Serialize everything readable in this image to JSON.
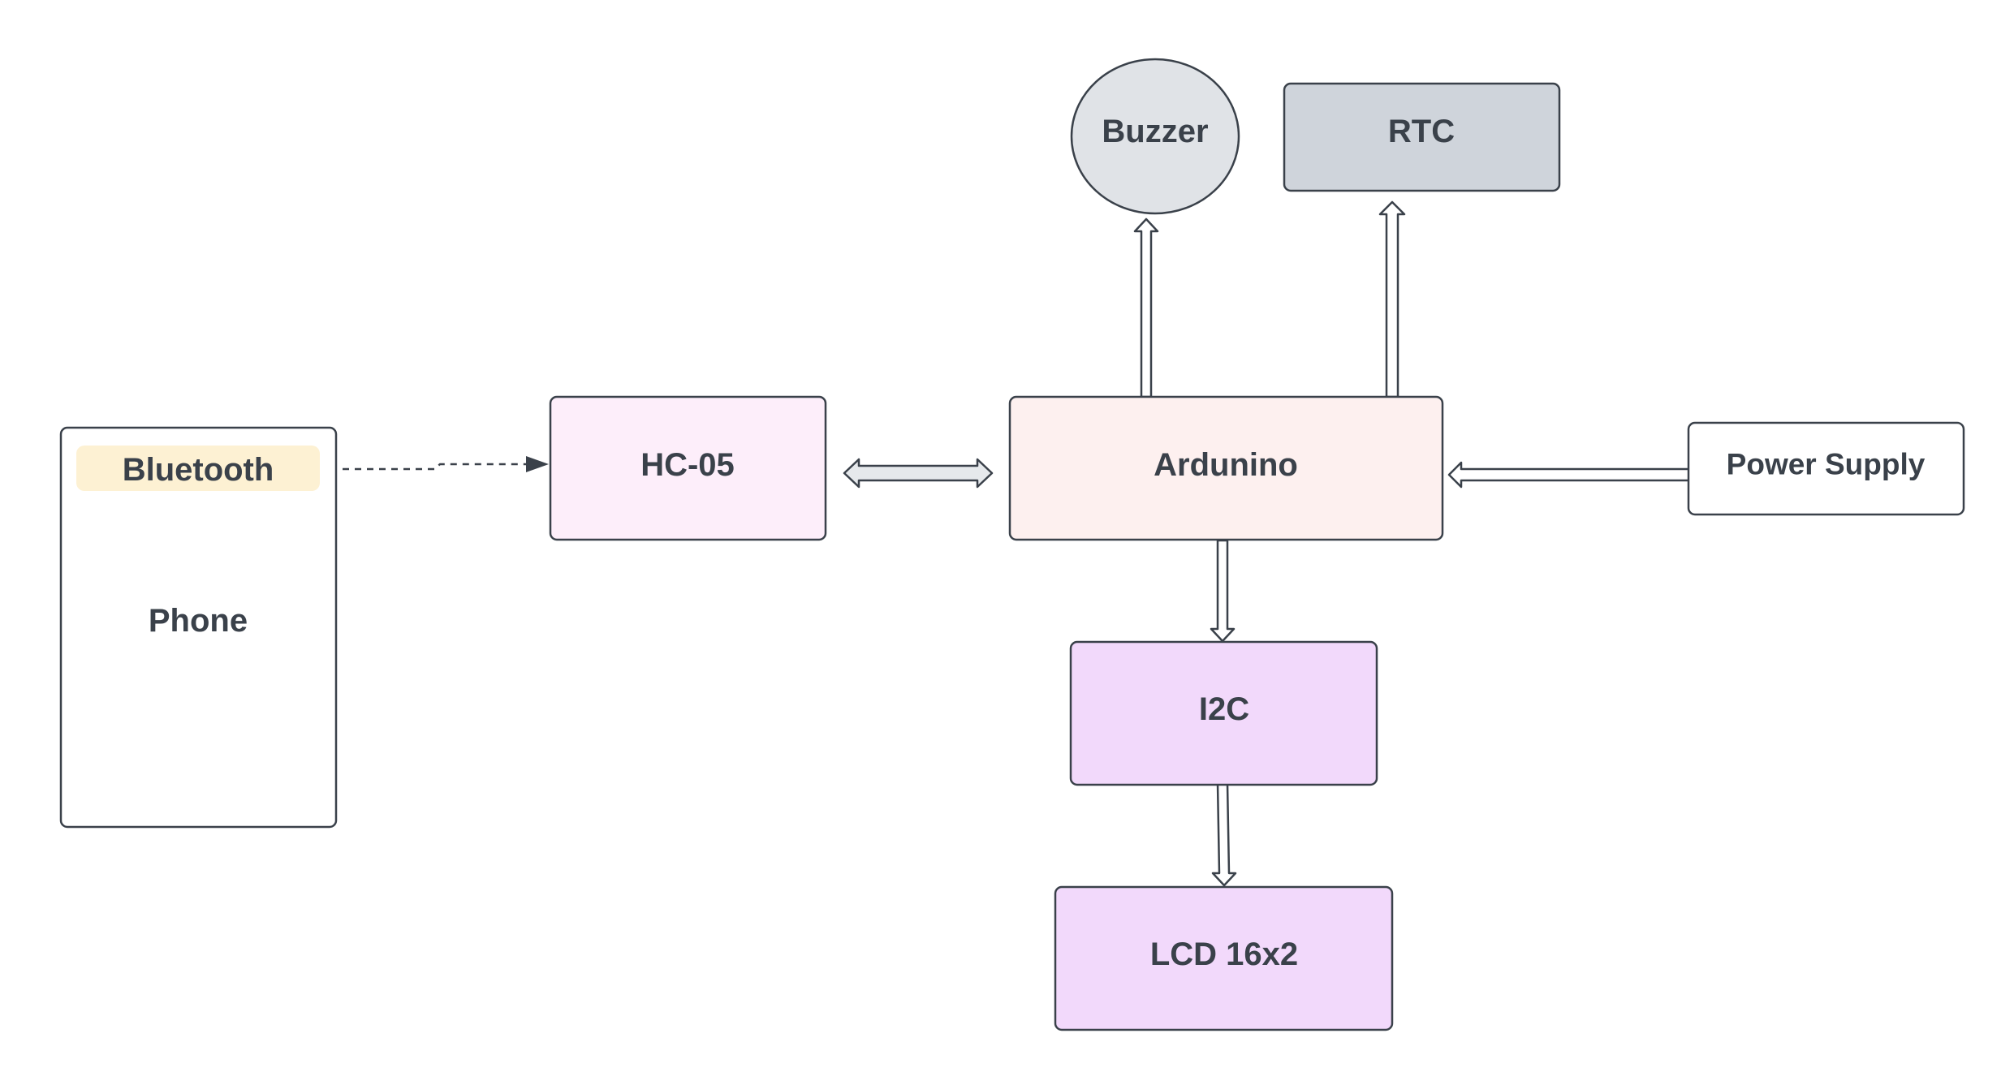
{
  "diagram": {
    "nodes": {
      "phone": {
        "label": "Phone",
        "fill": "#ffffff"
      },
      "bluetooth": {
        "label": "Bluetooth",
        "fill": "#fdf1d3"
      },
      "hc05": {
        "label": "HC-05",
        "fill": "#fdeefa"
      },
      "arduino": {
        "label": "Ardunino",
        "fill": "#fdf0ef"
      },
      "buzzer": {
        "label": "Buzzer",
        "fill": "#e0e3e7"
      },
      "rtc": {
        "label": "RTC",
        "fill": "#cfd4db"
      },
      "power_supply": {
        "label": "Power Supply",
        "fill": "#ffffff"
      },
      "i2c": {
        "label": "I2C",
        "fill": "#f2d9fb"
      },
      "lcd": {
        "label": "LCD 16x2",
        "fill": "#f2d9fb"
      }
    },
    "connections": [
      {
        "from": "bluetooth",
        "to": "hc05",
        "style": "dashed"
      },
      {
        "from": "hc05",
        "to": "arduino",
        "style": "double-arrow"
      },
      {
        "from": "arduino",
        "to": "buzzer",
        "style": "hollow-arrow"
      },
      {
        "from": "arduino",
        "to": "rtc",
        "style": "hollow-arrow"
      },
      {
        "from": "power_supply",
        "to": "arduino",
        "style": "hollow-arrow"
      },
      {
        "from": "arduino",
        "to": "i2c",
        "style": "hollow-arrow"
      },
      {
        "from": "i2c",
        "to": "lcd",
        "style": "hollow-arrow"
      }
    ],
    "colors": {
      "stroke": "#3a414a",
      "text": "#3a414a",
      "double_arrow_fill": "#e6e9ec"
    }
  }
}
